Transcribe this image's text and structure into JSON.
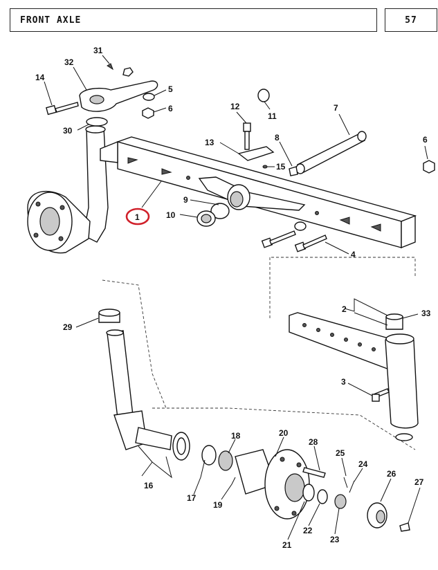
{
  "header": {
    "title": "FRONT AXLE",
    "page_number": "57"
  },
  "highlight_color": "#d0202a",
  "callouts": {
    "c1": "1",
    "c2": "2",
    "c3": "3",
    "c4": "4",
    "c5": "5",
    "c6a": "6",
    "c6b": "6",
    "c7": "7",
    "c8": "8",
    "c9": "9",
    "c10": "10",
    "c11": "11",
    "c12": "12",
    "c13": "13",
    "c14": "14",
    "c15": "15",
    "c16": "16",
    "c17": "17",
    "c18": "18",
    "c19": "19",
    "c20": "20",
    "c21": "21",
    "c22": "22",
    "c23": "23",
    "c24": "24",
    "c25": "25",
    "c26": "26",
    "c27": "27",
    "c28": "28",
    "c29": "29",
    "c30": "30",
    "c31": "31",
    "c32": "32",
    "c33": "33"
  }
}
